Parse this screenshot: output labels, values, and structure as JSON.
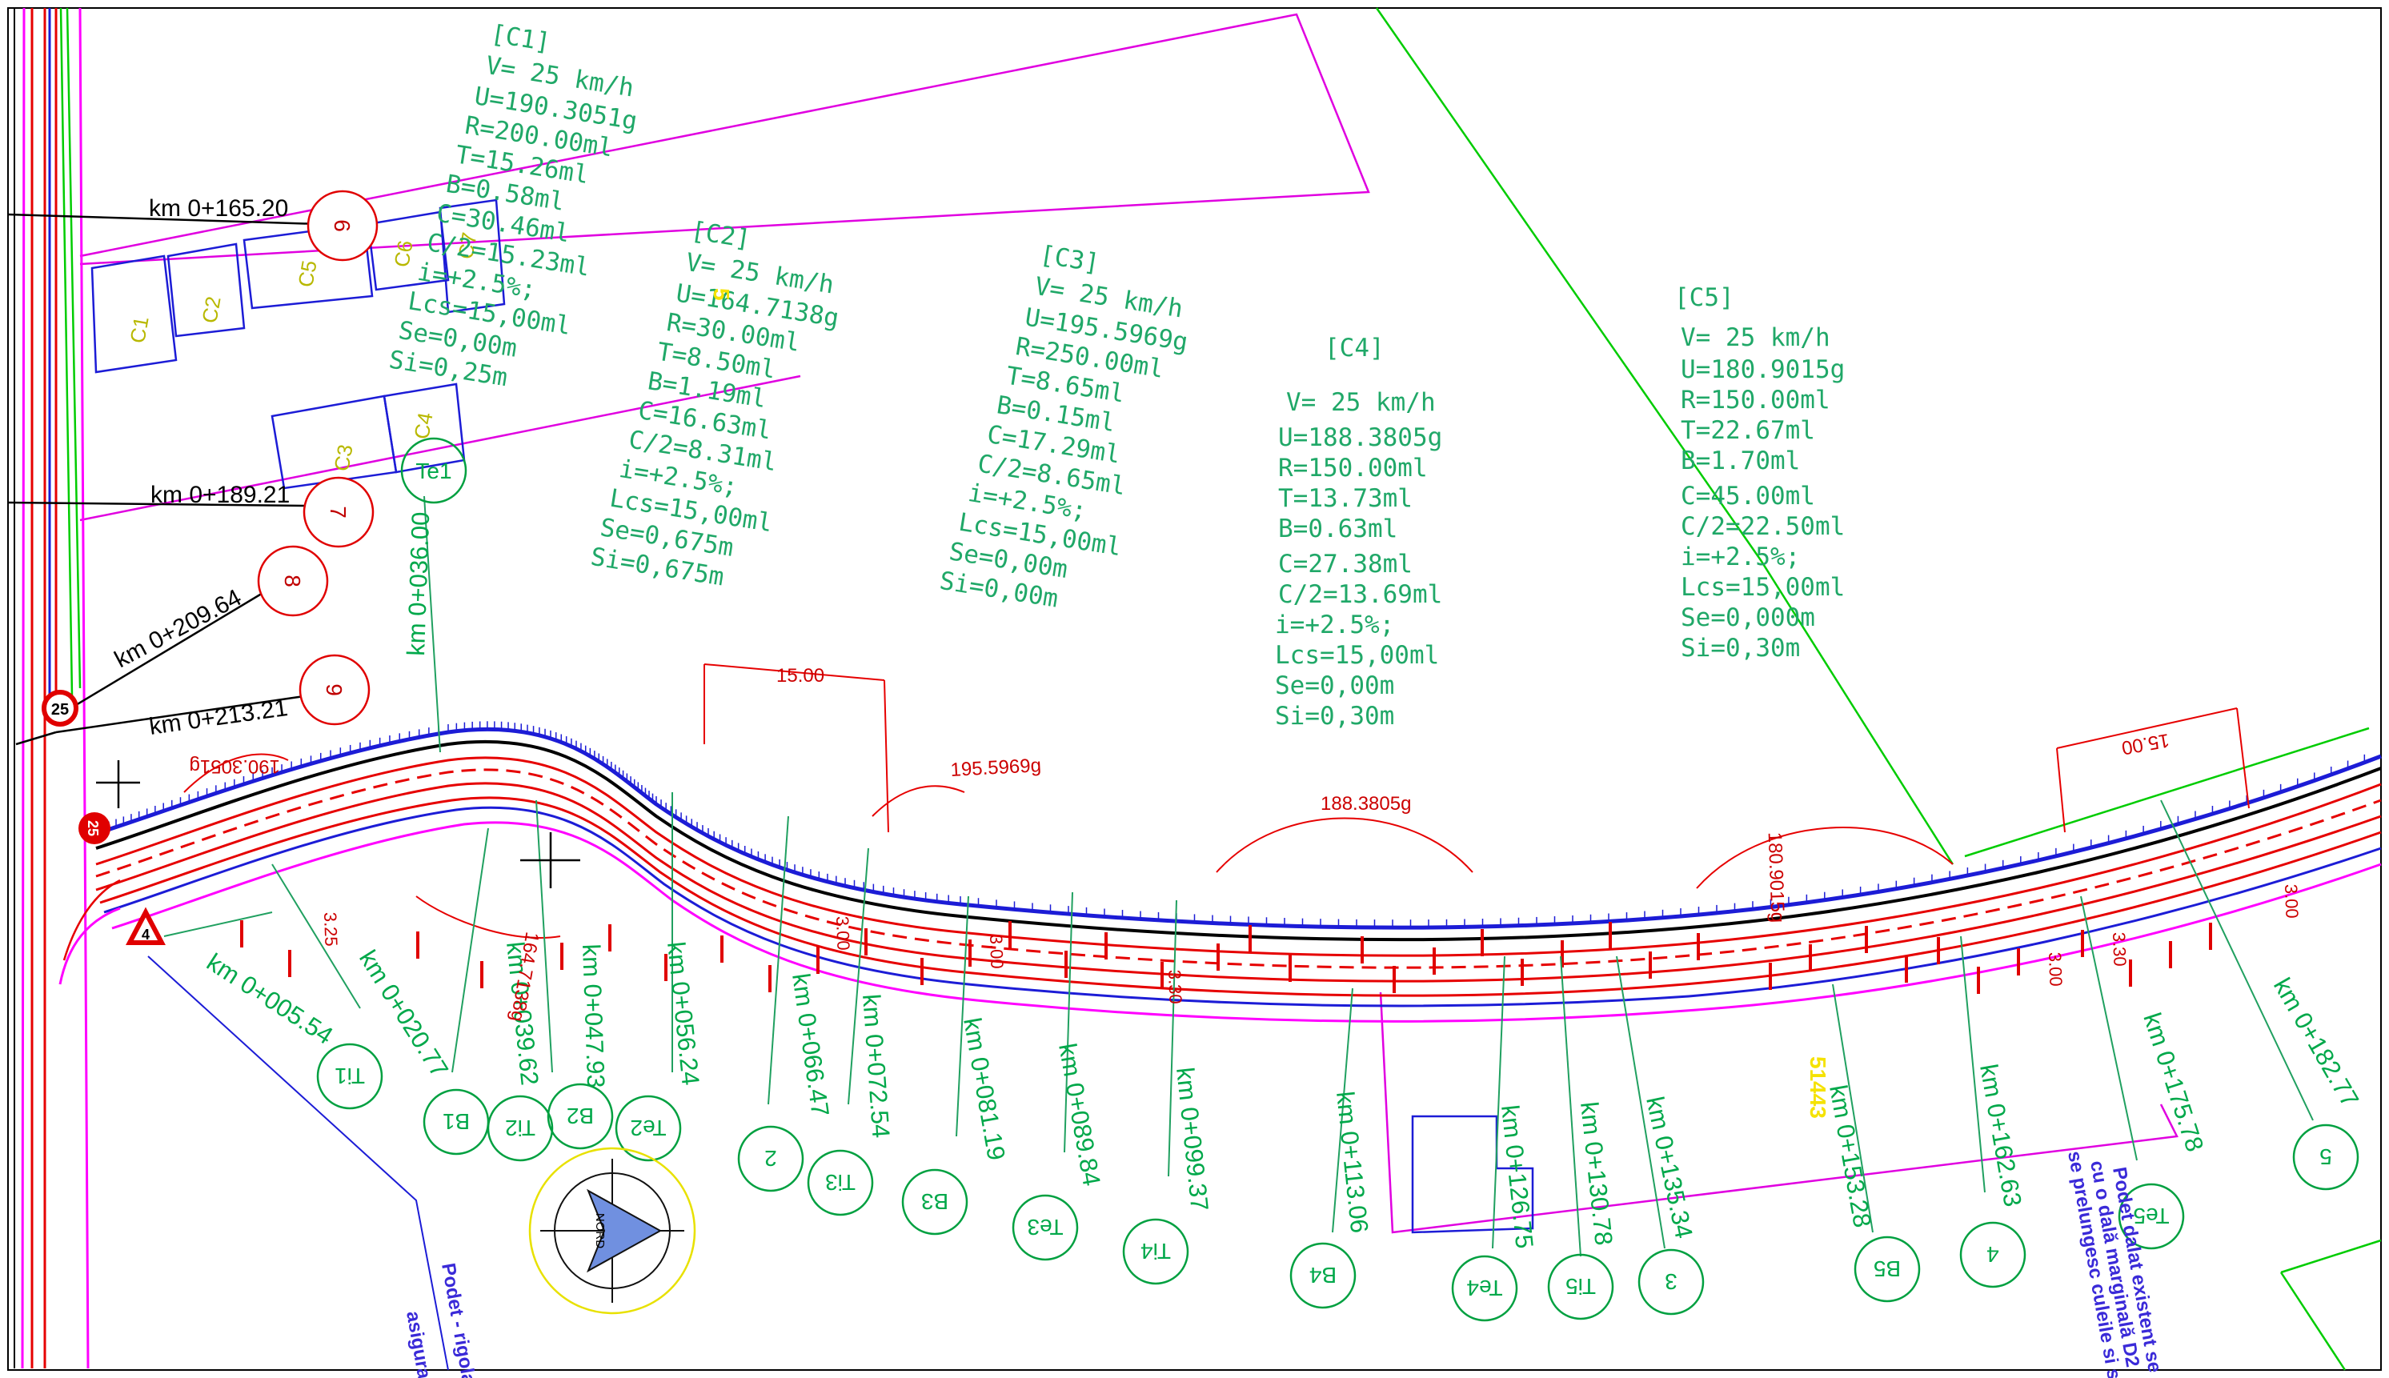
{
  "colors": {
    "road_axis": "#000000",
    "road_red": "#e60000",
    "curve_text": "#20a868",
    "km_green": "#00a84a",
    "plot_magenta": "#e000e0",
    "building_blue": "#1c1cd6",
    "accent_yellow": "#f5e200"
  },
  "curves": [
    {
      "id": "c1",
      "header": "[C1]",
      "lines": [
        "V= 25 km/h",
        "U=190.3051g",
        "R=200.00ml",
        "T=15.26ml",
        "B=0.58ml",
        "C=30.46ml",
        "C/2=15.23ml",
        "i=+2.5%;",
        "Lcs=15,00ml",
        "Se=0,00m",
        "Si=0,25m"
      ]
    },
    {
      "id": "c2",
      "header": "[C2]",
      "lines": [
        "V= 25 km/h",
        "U=164.7138g",
        "R=30.00ml",
        "T=8.50ml",
        "B=1.19ml",
        "C=16.63ml",
        "C/2=8.31ml",
        "i=+2.5%;",
        "Lcs=15,00ml",
        "Se=0,675m",
        "Si=0,675m"
      ]
    },
    {
      "id": "c3",
      "header": "[C3]",
      "lines": [
        "V= 25 km/h",
        "U=195.5969g",
        "R=250.00ml",
        "T=8.65ml",
        "B=0.15ml",
        "C=17.29ml",
        "C/2=8.65ml",
        "i=+2.5%;",
        "Lcs=15,00ml",
        "Se=0,00m",
        "Si=0,00m"
      ]
    },
    {
      "id": "c4",
      "header": "[C4]",
      "lines": [
        "V= 25 km/h",
        "U=188.3805g",
        "R=150.00ml",
        "T=13.73ml",
        "B=0.63ml",
        "C=27.38ml",
        "C/2=13.69ml",
        "i=+2.5%;",
        "Lcs=15,00ml",
        "Se=0,00m",
        "Si=0,30m"
      ]
    },
    {
      "id": "c5",
      "header": "[C5]",
      "lines": [
        "V= 25 km/h",
        "U=180.9015g",
        "R=150.00ml",
        "T=22.67ml",
        "B=1.70ml",
        "C=45.00ml",
        "C/2=22.50ml",
        "i=+2.5%;",
        "Lcs=15,00ml",
        "Se=0,000m",
        "Si=0,30m"
      ]
    }
  ],
  "km_black": [
    "km 0+165.20",
    "km 0+189.21",
    "km 0+209.64",
    "km 0+213.21"
  ],
  "red_circles": [
    "6",
    "7",
    "8",
    "9"
  ],
  "km_green": [
    "km 0+005.54",
    "km 0+020.77",
    "km 0+039.62",
    "km 0+047.93",
    "km 0+056.24",
    "km 0+066.47",
    "km 0+072.54",
    "km 0+081.19",
    "km 0+089.84",
    "km 0+099.37",
    "km 0+113.06",
    "km 0+126.75",
    "km 0+130.78",
    "km 0+135.34",
    "km 0+153.28",
    "km 0+162.63",
    "km 0+175.78",
    "km 0+182.77",
    "km 0+036.00"
  ],
  "green_circles": [
    "Ti1",
    "B1",
    "Ti2",
    "B2",
    "Te2",
    "2",
    "Ti3",
    "B3",
    "Te3",
    "Ti4",
    "B4",
    "Te4",
    "Ti5",
    "3",
    "B5",
    "4",
    "Te5",
    "5",
    "Te1"
  ],
  "angle_labels": [
    "190.3051g",
    "164.7138g",
    "195.5969g",
    "188.3805g",
    "180.9015g"
  ],
  "dims": [
    "15.00",
    "15.00",
    "3.25",
    "3.00",
    "3.00",
    "3.30",
    "3.00",
    "3.30",
    "3.00"
  ],
  "buildings": [
    "C1",
    "C2",
    "C5",
    "C6",
    "C7",
    "C3",
    "C4"
  ],
  "yellow_text": [
    "51443",
    "5"
  ],
  "signs": [
    "25",
    "25",
    "4",
    "NORD"
  ],
  "notes": {
    "left": [
      "Podet - rigola",
      "asigura"
    ],
    "right": [
      "Podet dalat existent se",
      "cu o dală marginală D2",
      "se prelungesc culeile si se"
    ]
  },
  "icons": [
    "north-arrow-icon",
    "speed-limit-sign-icon",
    "warning-triangle-icon",
    "crosshair-icon"
  ]
}
